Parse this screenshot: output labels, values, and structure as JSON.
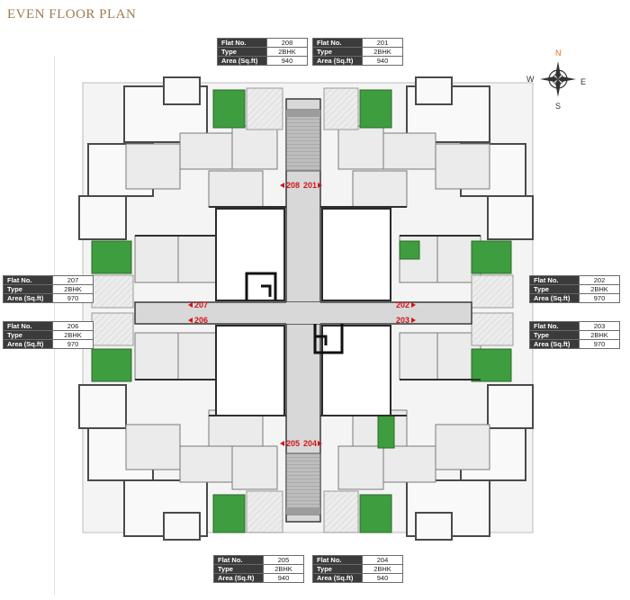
{
  "title": "EVEN FLOOR PLAN",
  "labels": {
    "flat_no": "Flat No.",
    "type": "Type",
    "area": "Area (Sq.ft)"
  },
  "flats": [
    {
      "no": "208",
      "type": "2BHK",
      "area": "940"
    },
    {
      "no": "201",
      "type": "2BHK",
      "area": "940"
    },
    {
      "no": "207",
      "type": "2BHK",
      "area": "970"
    },
    {
      "no": "202",
      "type": "2BHK",
      "area": "970"
    },
    {
      "no": "206",
      "type": "2BHK",
      "area": "970"
    },
    {
      "no": "203",
      "type": "2BHK",
      "area": "970"
    },
    {
      "no": "205",
      "type": "2BHK",
      "area": "940"
    },
    {
      "no": "204",
      "type": "2BHK",
      "area": "940"
    }
  ],
  "compass": {
    "n": "N",
    "s": "S",
    "e": "E",
    "w": "W"
  },
  "colors": {
    "title": "#9a7b4f",
    "marker": "#d0161b",
    "garden": "#3e9d3e",
    "north": "#e07020"
  }
}
